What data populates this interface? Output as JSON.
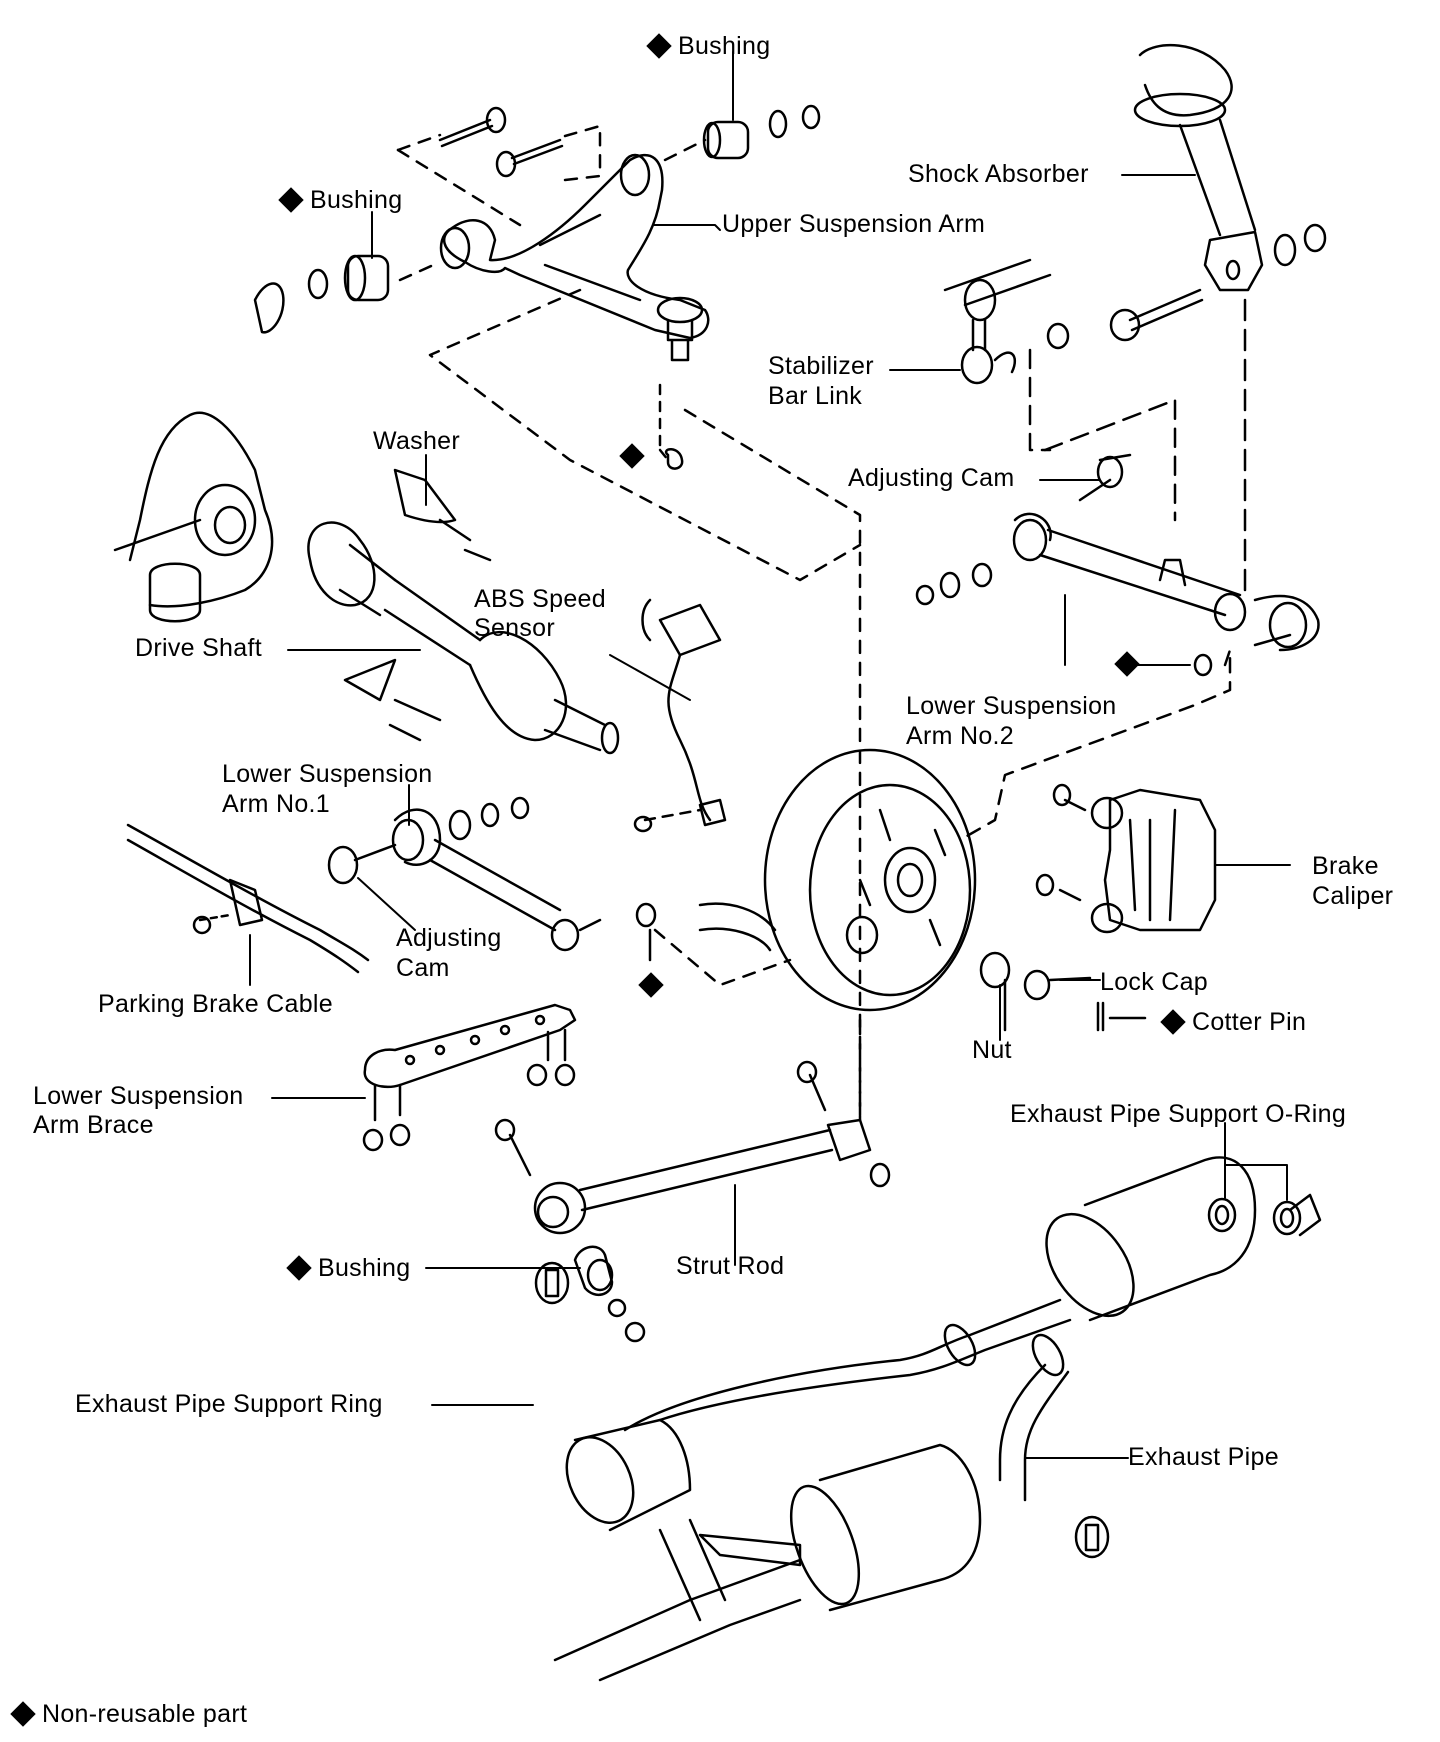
{
  "diagram": {
    "title": "",
    "subject": "Rear suspension and exhaust exploded view",
    "colors": {
      "ink": "#000000",
      "paper": "#ffffff"
    },
    "labels": {
      "bushing_top": "Bushing",
      "bushing_upper_left": "Bushing",
      "shock_absorber": "Shock Absorber",
      "upper_suspension_arm": "Upper Suspension Arm",
      "stabilizer_bar_link_1": "Stabilizer",
      "stabilizer_bar_link_2": "Bar Link",
      "washer": "Washer",
      "adjusting_cam_right": "Adjusting Cam",
      "abs_speed_sensor_1": "ABS Speed",
      "abs_speed_sensor_2": "Sensor",
      "drive_shaft": "Drive Shaft",
      "lower_suspension_arm_no2_1": "Lower Suspension",
      "lower_suspension_arm_no2_2": "Arm No.2",
      "lower_suspension_arm_no1_1": "Lower Suspension",
      "lower_suspension_arm_no1_2": "Arm No.1",
      "brake_caliper_1": "Brake",
      "brake_caliper_2": "Caliper",
      "adjusting_cam_left_1": "Adjusting",
      "adjusting_cam_left_2": "Cam",
      "parking_brake_cable": "Parking Brake Cable",
      "lock_cap": "Lock Cap",
      "cotter_pin": "Cotter Pin",
      "nut": "Nut",
      "lower_suspension_arm_brace_1": "Lower Suspension",
      "lower_suspension_arm_brace_2": "Arm Brace",
      "exhaust_pipe_support_o_ring": "Exhaust Pipe Support O-Ring",
      "bushing_strut": "Bushing",
      "strut_rod": "Strut Rod",
      "exhaust_pipe_support_ring": "Exhaust Pipe Support Ring",
      "exhaust_pipe": "Exhaust Pipe"
    },
    "non_reusable_marked": [
      "Bushing (top)",
      "Bushing (upper left)",
      "Upper arm ball joint nut",
      "Lower arm No.2 nut",
      "Lower arm No.1 nut",
      "Cotter Pin",
      "Bushing (strut rod)"
    ],
    "legend": {
      "symbol": "diamond",
      "text": "Non-reusable part"
    }
  }
}
